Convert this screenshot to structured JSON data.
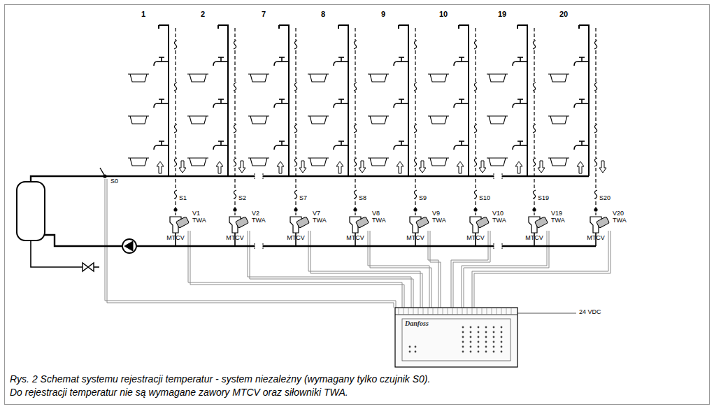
{
  "diagram": {
    "caption": "Rys. 2 Schemat systemu rejestracji temperatur - system niezależny (wymagany tylko czujnik S0). Do rejestracji temperatur nie są wymagane zawory MTCV oraz siłowniki TWA.",
    "nodes": [
      {
        "text": [
          "Danfoss"
        ]
      }
    ],
    "labels": [
      "1",
      "2",
      "7",
      "8",
      "9",
      "10",
      "19",
      "20",
      "S0",
      "S1",
      "S2",
      "S7",
      "S8",
      "S9",
      "S10",
      "S19",
      "S20",
      "V1 TWA",
      "V2 TWA",
      "V7 TWA",
      "V8 TWA",
      "V9 TWA",
      "V10 TWA",
      "V19 TWA",
      "V20 TWA",
      "MTCV",
      "MTCV",
      "MTCV",
      "MTCV",
      "MTCV",
      "MTCV",
      "MTCV",
      "MTCV",
      "24 VDC"
    ]
  }
}
